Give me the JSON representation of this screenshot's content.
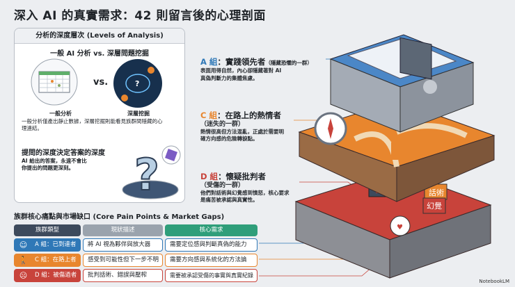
{
  "title": "深入 AI 的真實需求：42 則留言後的心理剖面",
  "analysis_panel": {
    "header": "分析的深度層次 (Levels of Analysis)",
    "subtitle": "一般 AI 分析 vs. 深層問題挖掘",
    "left_caption": "一般分析",
    "vs": "vs.",
    "right_caption": "深層挖掘",
    "description": "一般分析僅產出靜止數據，深層挖掘則能看見族群間隱藏的心理連結。",
    "insight_title": "提問的深度決定答案的深度",
    "insight_text": "AI 給出的答案，永遠不會比你提出的問題更深刻。"
  },
  "table": {
    "title": "族群核心痛點與市場缺口 (Core Pain Points & Market Gaps)",
    "headers": [
      "族群類型",
      "現狀描述",
      "核心需求"
    ],
    "header_colors": [
      "#3d4a5c",
      "#9aa3ad",
      "#2f9e7a"
    ],
    "rows": [
      {
        "group": "A 組：已到達者",
        "status": "將 AI 視為夥伴與放大器",
        "need": "需要定位感與判斷真偽的能力",
        "color": "#2f78b7",
        "icon": "user-icon"
      },
      {
        "group": "C 組：在路上者",
        "status": "感受到可能性但下一步不明",
        "need": "需要方向感與系統化的方法論",
        "color": "#e8862e",
        "icon": "hiker-icon"
      },
      {
        "group": "D 組：被傷過者",
        "status": "批判話術、錯誤與壓榨",
        "need": "需要被承認受傷的事實與真實紀錄",
        "color": "#c8433b",
        "icon": "hurt-user-icon"
      }
    ]
  },
  "layers": [
    {
      "tag": "A 組",
      "title": "：實踐領先者",
      "sub": "（隱藏恐懼的一群）",
      "text": "表面用得自然，內心卻隱藏著對 AI 真偽判斷力的集體焦慮。",
      "color": "#2f78b7"
    },
    {
      "tag": "C 組",
      "title": "：在路上的熱情者",
      "sub": "（迷失的一群）",
      "text": "熱情很高但方法混亂，正處於需要明確方向感的危險轉捩點。",
      "color": "#e8862e"
    },
    {
      "tag": "D 組",
      "title": "：懷疑批判者",
      "sub": "（受傷的一群）",
      "text": "他們對話術與幻覺感到憤怒，核心要求是痛苦被承認與真實性。",
      "color": "#c8433b"
    }
  ],
  "illustration": {
    "sign_1": "話術",
    "sign_2": "幻覺"
  },
  "brand": "NotebookLM"
}
